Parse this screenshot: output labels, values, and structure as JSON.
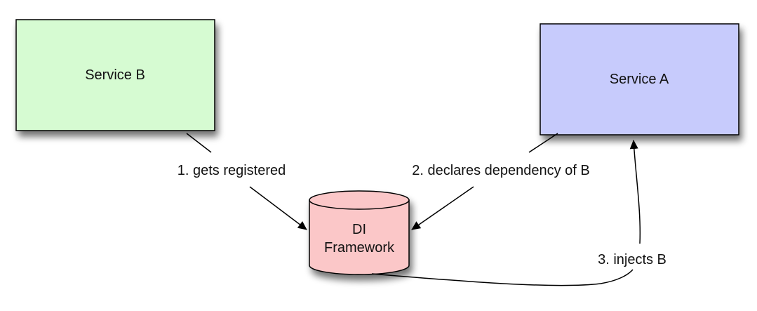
{
  "nodes": {
    "service_b": {
      "label": "Service B",
      "fill": "#d6fbd2"
    },
    "service_a": {
      "label": "Service A",
      "fill": "#c7cbfc"
    },
    "di_framework": {
      "line1": "DI",
      "line2": "Framework",
      "fill": "#fbc7c8"
    }
  },
  "edges": {
    "registered": "1. gets registered",
    "declares": "2. declares dependency of B",
    "injects": "3. injects B"
  }
}
